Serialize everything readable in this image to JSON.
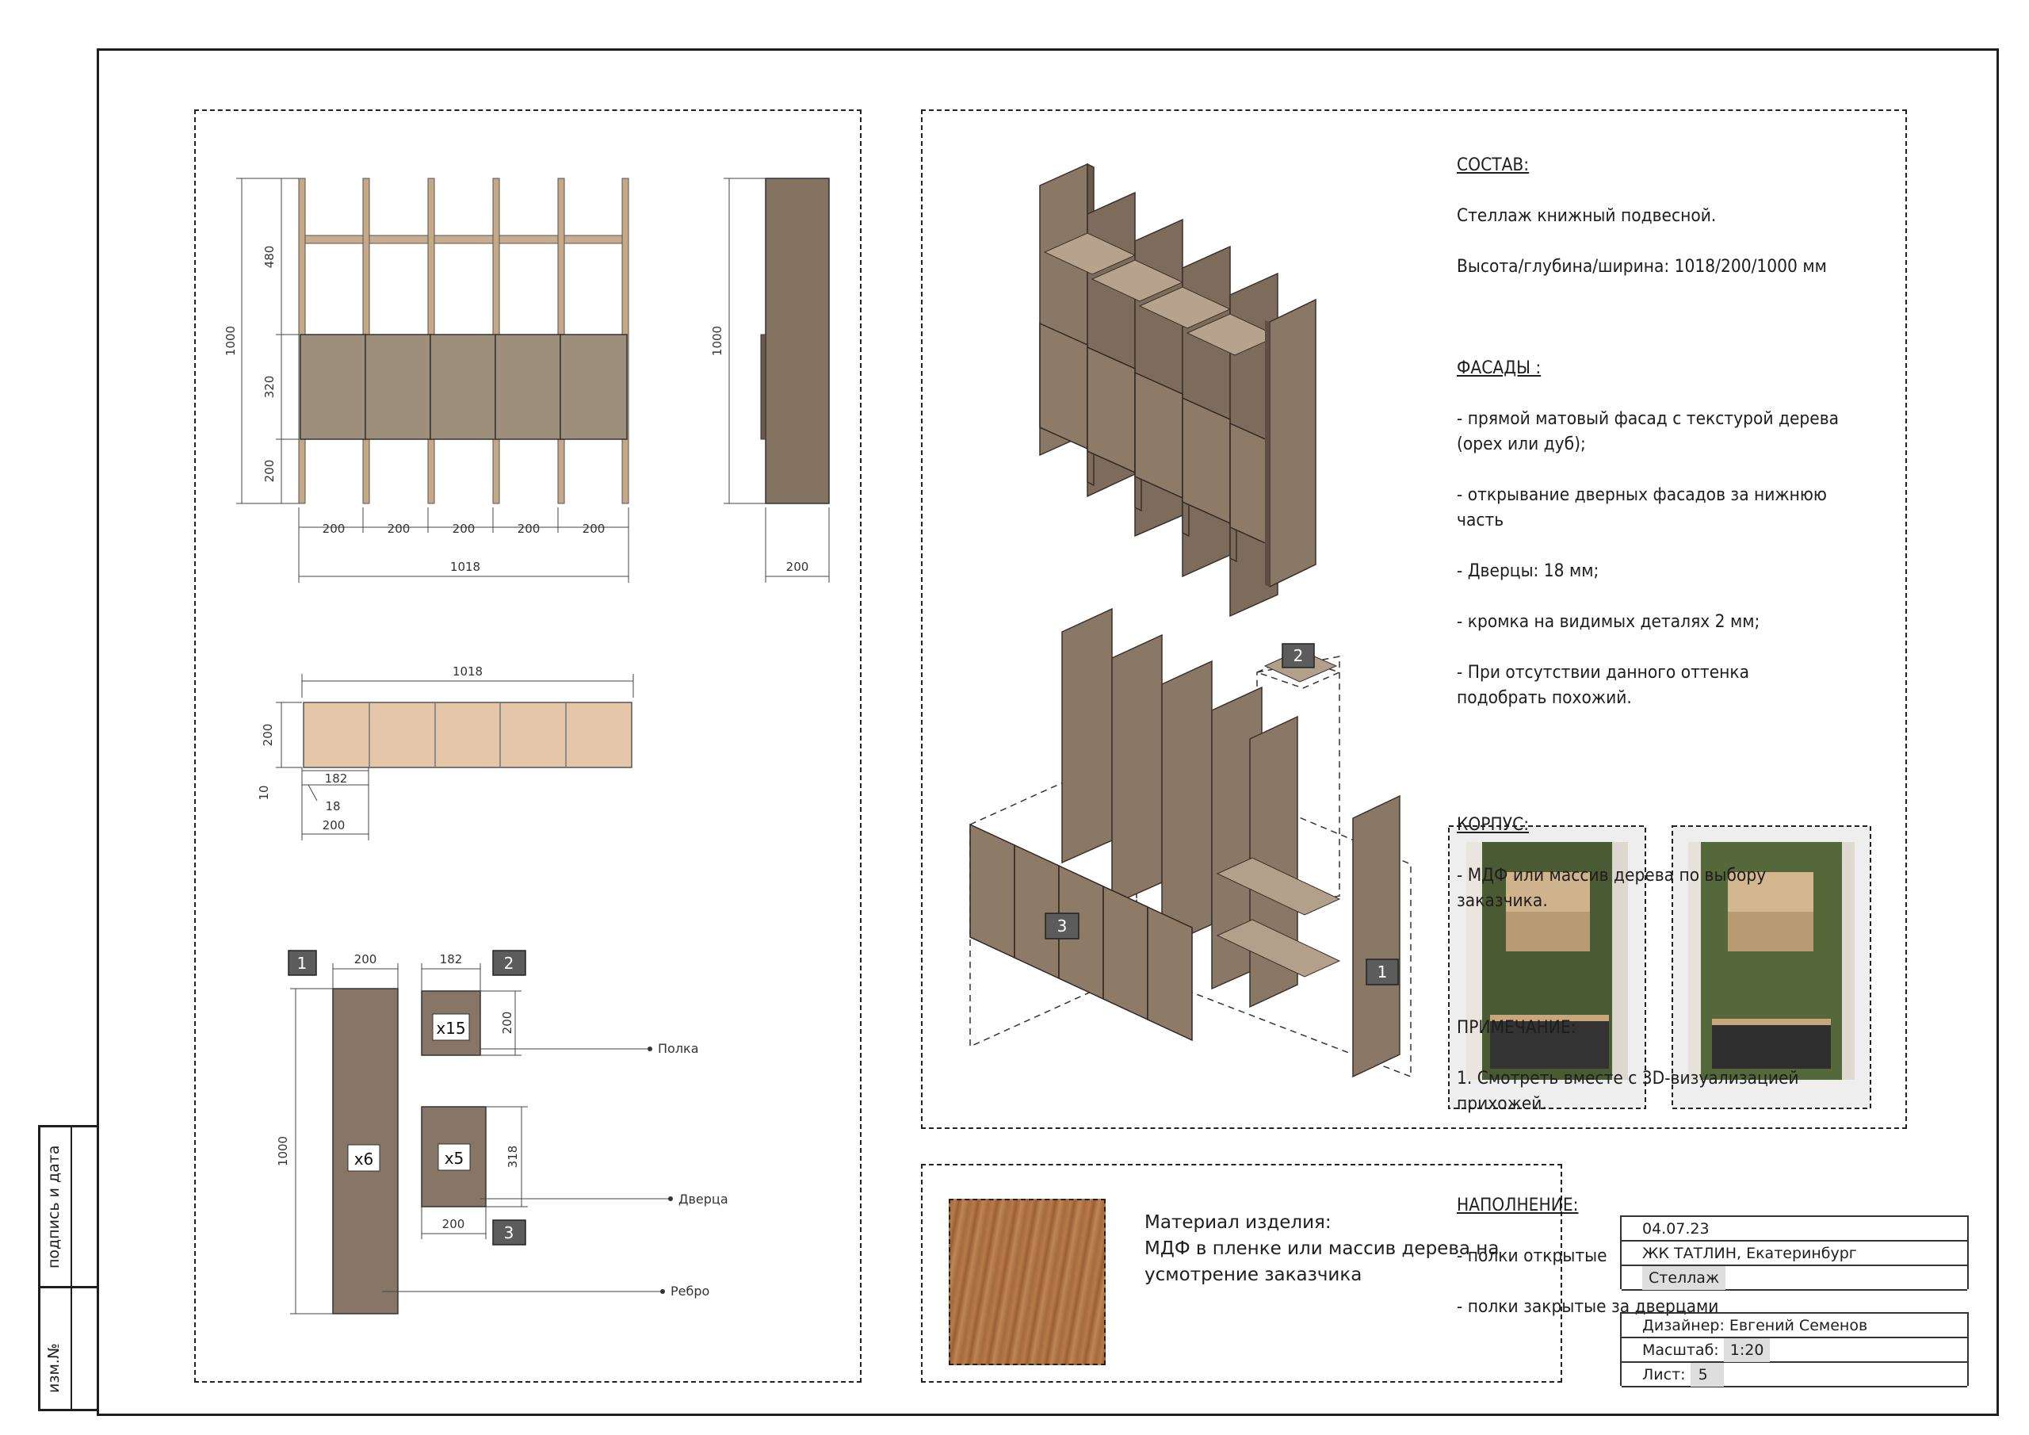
{
  "elevation": {
    "dims_height": [
      "1000",
      "480",
      "320",
      "200"
    ],
    "dims_width": [
      "200",
      "200",
      "200",
      "200",
      "200"
    ],
    "total_width": "1018",
    "side_height": "1000",
    "side_depth": "200"
  },
  "plan": {
    "total_width": "1018",
    "depth": "200",
    "inner": "182",
    "thickness": "18",
    "offset": "10",
    "bottom": "200"
  },
  "parts": {
    "p1": {
      "badge": "1",
      "width": "200",
      "height": "1000",
      "count": "x6",
      "label": "Ребро"
    },
    "p2": {
      "badge": "2",
      "width": "182",
      "height": "200",
      "count": "x15",
      "label": "Полка"
    },
    "p3": {
      "badge": "3",
      "width": "200",
      "height": "318",
      "count": "x5",
      "label": "Дверца"
    }
  },
  "explode_badges": [
    "2",
    "3",
    "1"
  ],
  "spec": {
    "sostav_h": "СОСТАВ:",
    "sostav_1": "Стеллаж книжный подвесной.",
    "sostav_2": "Высота/глубина/ширина: 1018/200/1000 мм",
    "fasady_h": "ФАСАДЫ :",
    "fasady_1": "- прямой матовый фасад с текстурой дерева\n(орех или дуб);",
    "fasady_2": "- открывание дверных фасадов за нижнюю\nчасть",
    "fasady_3": "- Дверцы: 18 мм;",
    "fasady_4": "- кромка на видимых деталях 2 мм;",
    "fasady_5": "- При отсутствии данного оттенка\nподобрать похожий.",
    "korpus_h": "КОРПУС:",
    "korpus_1": "- МДФ или массив дерева по выбору\nзаказчика.",
    "prim_h": "ПРИМЕЧАНИЕ:",
    "prim_1": "1. Смотреть вместе с 3D-визуализацией\nприхожей.",
    "napol_h": "НАПОЛНЕНИЕ:",
    "napol_1": "- полки открытые",
    "napol_2": "- полки закрытые за дверцами"
  },
  "material": {
    "title": "Материал изделия:",
    "text": "МДФ в пленке или массив дерева на\nусмотрение заказчика"
  },
  "titleblock": {
    "date": "04.07.23",
    "project": "ЖК ТАТЛИН, Екатеринбург",
    "item": "Стеллаж",
    "designer": "Дизайнер: Евгений Семенов",
    "scale_label": "Масштаб:",
    "scale": "1:20",
    "sheet_label": "Лист:",
    "sheet": "5"
  },
  "side_stamp": {
    "sign": "подпись и дата",
    "num": "изм.№"
  },
  "colors": {
    "wood": "#8b7a68",
    "wood_light": "#e2c4a6",
    "accent_green": "#4a5a32"
  }
}
